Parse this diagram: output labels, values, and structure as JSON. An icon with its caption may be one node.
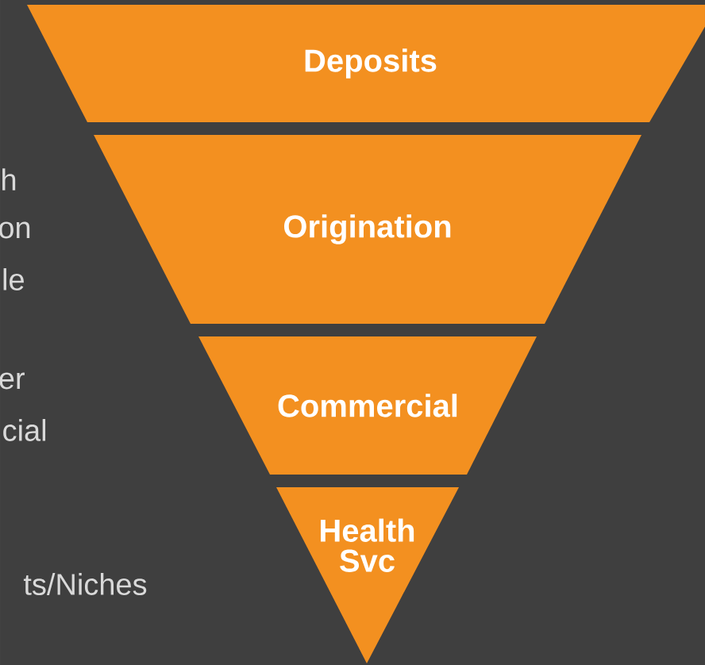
{
  "diagram": {
    "nodes": [
      {
        "text": [
          "Deposits"
        ]
      },
      {
        "text": [
          "Origination"
        ]
      },
      {
        "text": [
          "Commercial"
        ]
      },
      {
        "text": [
          "Health Svc"
        ]
      }
    ],
    "labels": [
      "h",
      "on",
      "le",
      "er",
      "cial",
      "ts/Niches"
    ]
  }
}
